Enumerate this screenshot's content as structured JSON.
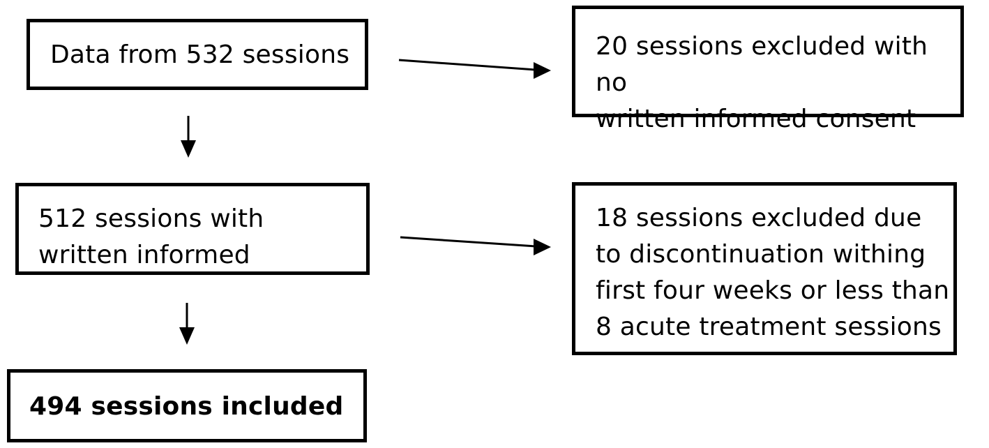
{
  "flowchart": {
    "boxes": [
      {
        "id": "total",
        "text": "Data from 532 sessions"
      },
      {
        "id": "excluded_consent",
        "text": "20 sessions excluded with no\nwritten informed consent"
      },
      {
        "id": "with_consent",
        "text": "512 sessions with\nwritten informed"
      },
      {
        "id": "excluded_discontinuation",
        "text": "18 sessions excluded due\nto discontinuation withing\nfirst four weeks or less than\n8 acute treatment sessions"
      },
      {
        "id": "included",
        "text": "494 sessions included"
      }
    ],
    "connections": [
      {
        "from": "total",
        "to": "excluded_consent"
      },
      {
        "from": "total",
        "to": "with_consent"
      },
      {
        "from": "with_consent",
        "to": "excluded_discontinuation"
      },
      {
        "from": "with_consent",
        "to": "included"
      }
    ]
  }
}
